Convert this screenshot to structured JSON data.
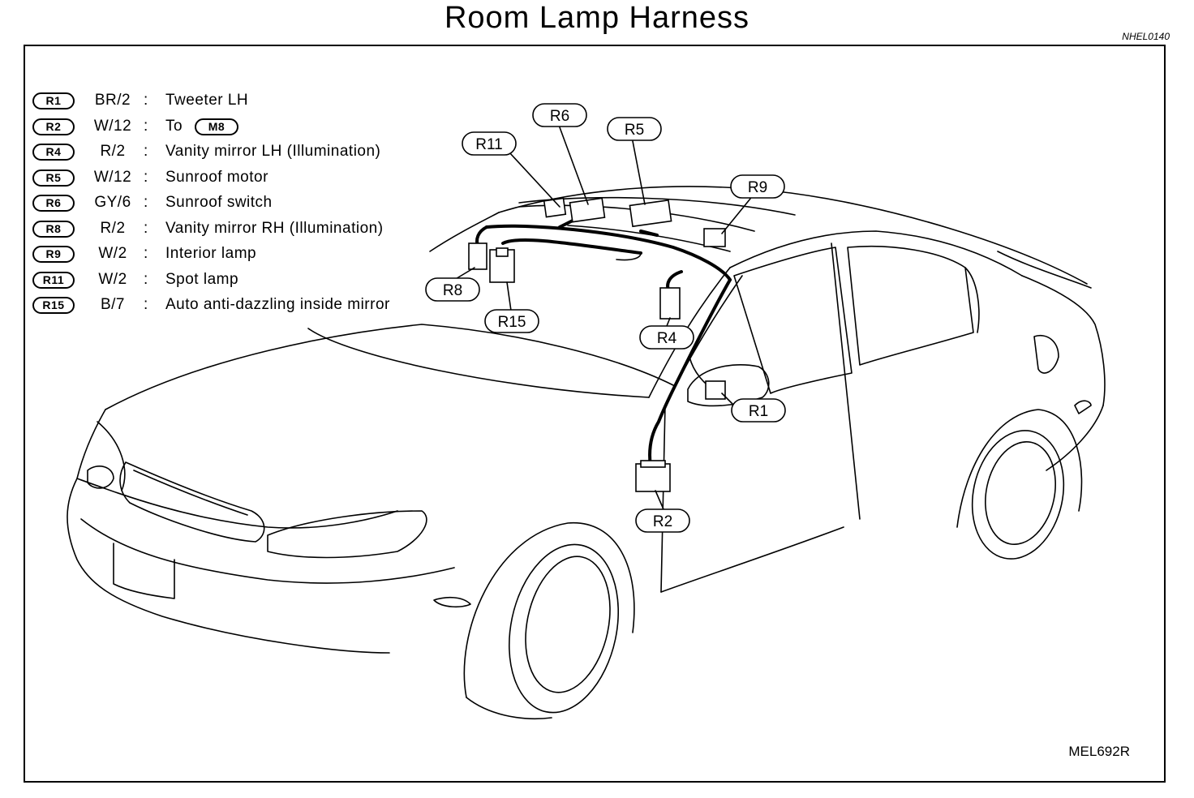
{
  "title": "Room Lamp Harness",
  "doc_id": "NHEL0140",
  "figure_id": "MEL692R",
  "legend": [
    {
      "connector": "R1",
      "code": "BR/2",
      "description": "Tweeter LH"
    },
    {
      "connector": "R2",
      "code": "W/12",
      "description": "To",
      "to_connector": "M8"
    },
    {
      "connector": "R4",
      "code": "R/2",
      "description": "Vanity mirror LH (Illumination)"
    },
    {
      "connector": "R5",
      "code": "W/12",
      "description": "Sunroof motor"
    },
    {
      "connector": "R6",
      "code": "GY/6",
      "description": "Sunroof switch"
    },
    {
      "connector": "R8",
      "code": "R/2",
      "description": "Vanity mirror RH (Illumination)"
    },
    {
      "connector": "R9",
      "code": "W/2",
      "description": "Interior lamp"
    },
    {
      "connector": "R11",
      "code": "W/2",
      "description": "Spot lamp"
    },
    {
      "connector": "R15",
      "code": "B/7",
      "description": "Auto anti-dazzling inside mirror"
    }
  ],
  "callouts": {
    "r1": "R1",
    "r2": "R2",
    "r4": "R4",
    "r5": "R5",
    "r6": "R6",
    "r8": "R8",
    "r9": "R9",
    "r11": "R11",
    "r15": "R15"
  }
}
